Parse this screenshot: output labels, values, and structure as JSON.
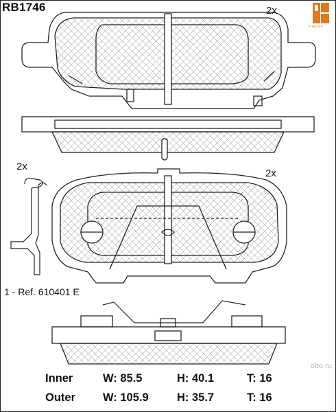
{
  "part_number": "RB1746",
  "quantities": {
    "top_pad": "2x",
    "clip": "2x",
    "bottom_pad": "2x"
  },
  "reference": "1 - Ref. 610401 E",
  "logo": {
    "text": "R BRAKE",
    "accent_color": "#e07820"
  },
  "watermark": "obo.ru",
  "dimensions": [
    {
      "label": "Inner",
      "w": "W: 85.5",
      "h": "H: 40.1",
      "t": "T: 16"
    },
    {
      "label": "Outer",
      "w": "W: 105.9",
      "h": "H: 35.7",
      "t": "T: 16"
    }
  ],
  "colors": {
    "line": "#222222",
    "hatch": "#555555"
  }
}
